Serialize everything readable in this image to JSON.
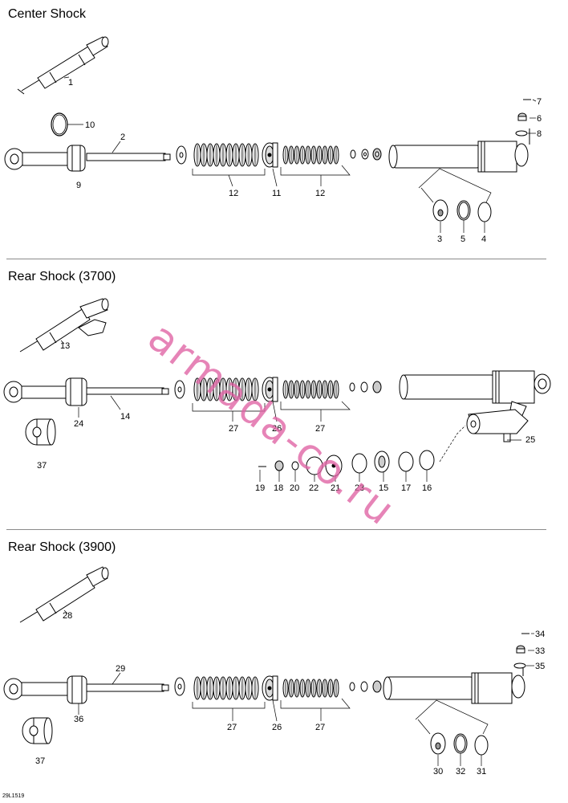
{
  "sections": [
    {
      "title": "Center Shock"
    },
    {
      "title": "Rear Shock (3700)"
    },
    {
      "title": "Rear Shock (3900)"
    }
  ],
  "watermark": "armada-co.ru",
  "drawing_code": "29L1519",
  "callouts": {
    "center": [
      "1",
      "2",
      "3",
      "4",
      "5",
      "6",
      "7",
      "8",
      "9",
      "10",
      "11",
      "12",
      "12"
    ],
    "rear3700": [
      "13",
      "14",
      "15",
      "16",
      "17",
      "18",
      "19",
      "20",
      "21",
      "22",
      "23",
      "24",
      "25",
      "26",
      "27",
      "27",
      "37"
    ],
    "rear3900": [
      "28",
      "29",
      "30",
      "31",
      "32",
      "33",
      "34",
      "35",
      "36",
      "26",
      "27",
      "27",
      "37"
    ]
  }
}
